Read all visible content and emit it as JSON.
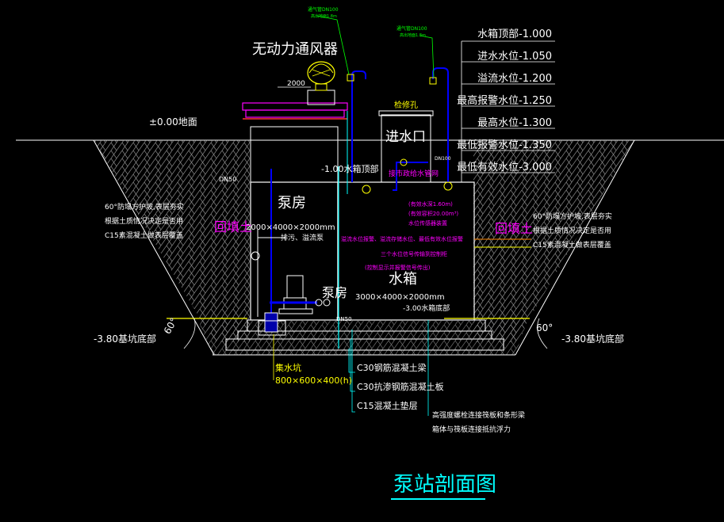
{
  "colors": {
    "background": "#000000",
    "structure": "#ffffff",
    "pipe": "#0000ff",
    "annotation_magenta": "#ff00ff",
    "annotation_yellow": "#ffff00",
    "annotation_cyan": "#00ffff",
    "annotation_green": "#00ff00",
    "soil_hatch": "#9a9a9a"
  },
  "title": "泵站剖面图",
  "labels": {
    "ventilator": "无动力通风器",
    "dim_2000": "2000",
    "ground_level": "±0.00地面",
    "inspection_hole": "检修孔",
    "inlet": "进水口",
    "tank_top": "-1.00水箱顶部",
    "dn50_left": "DN50",
    "dn100_inlet": "DN100",
    "dn50_bottom": "DN50",
    "vent_pipe_left": "通气管DN100",
    "vent_pipe_left_sub": "高出地面1.8m",
    "vent_pipe_right": "通气管DN100",
    "vent_pipe_right_sub": "高出地面1.8m",
    "inlet_valve": "接市政给水管网",
    "pump_room": "泵房",
    "pump_room_dim": "2000×4000×2000mm",
    "drain_pump": "排污、溢流泵",
    "backfill_left": "回填土",
    "backfill_right": "回填土",
    "slope_note_left_1": "60°防塌方护坡,表层夯实",
    "slope_note_left_2": "根据土质情况决定是否用",
    "slope_note_left_3": "C15素混凝土做表层覆盖",
    "slope_note_right_1": "60°防塌方护坡,表层夯实",
    "slope_note_right_2": "根据土质情况决定是否用",
    "slope_note_right_3": "C15素混凝土做表层覆盖",
    "pit_bottom_left": "-3.80基坑底部",
    "pit_bottom_right": "-3.80基坑底部",
    "angle_left": "60°",
    "angle_right": "60°",
    "water_tank": "水箱",
    "pump_room_2": "泵房",
    "tank_dim": "3000×4000×2000mm",
    "tank_bottom": "-3.00水箱底部",
    "sump": "集水坑",
    "sump_dim": "800×600×400(h)",
    "mat_c30_beam": "C30钢筋混凝土梁",
    "mat_c30_slab": "C30抗渗钢筋混凝土板",
    "mat_c15": "C15混凝土垫层",
    "bolt_note_1": "高强度螺栓连接筏板和条形梁",
    "bolt_note_2": "箱体与筏板连接抵抗浮力"
  },
  "level_table": [
    {
      "name": "水箱顶部",
      "value": "-1.000"
    },
    {
      "name": "进水水位",
      "value": "-1.050"
    },
    {
      "name": "溢流水位",
      "value": "-1.200"
    },
    {
      "name": "最高报警水位",
      "value": "-1.250"
    },
    {
      "name": "最高水位",
      "value": "-1.300"
    },
    {
      "name": "最低报警水位",
      "value": "-1.350"
    },
    {
      "name": "最低有效水位",
      "value": "-3.000"
    }
  ],
  "magenta_notes": [
    "(有效水深1.60m)",
    "(有效容积20.00m³)",
    "水位传感器装置",
    "溢流水位报警、溢流存储水位、最低有效水位报警",
    "三个水位信号传输到控制柜",
    "(控制显示并报警信号传出)"
  ]
}
